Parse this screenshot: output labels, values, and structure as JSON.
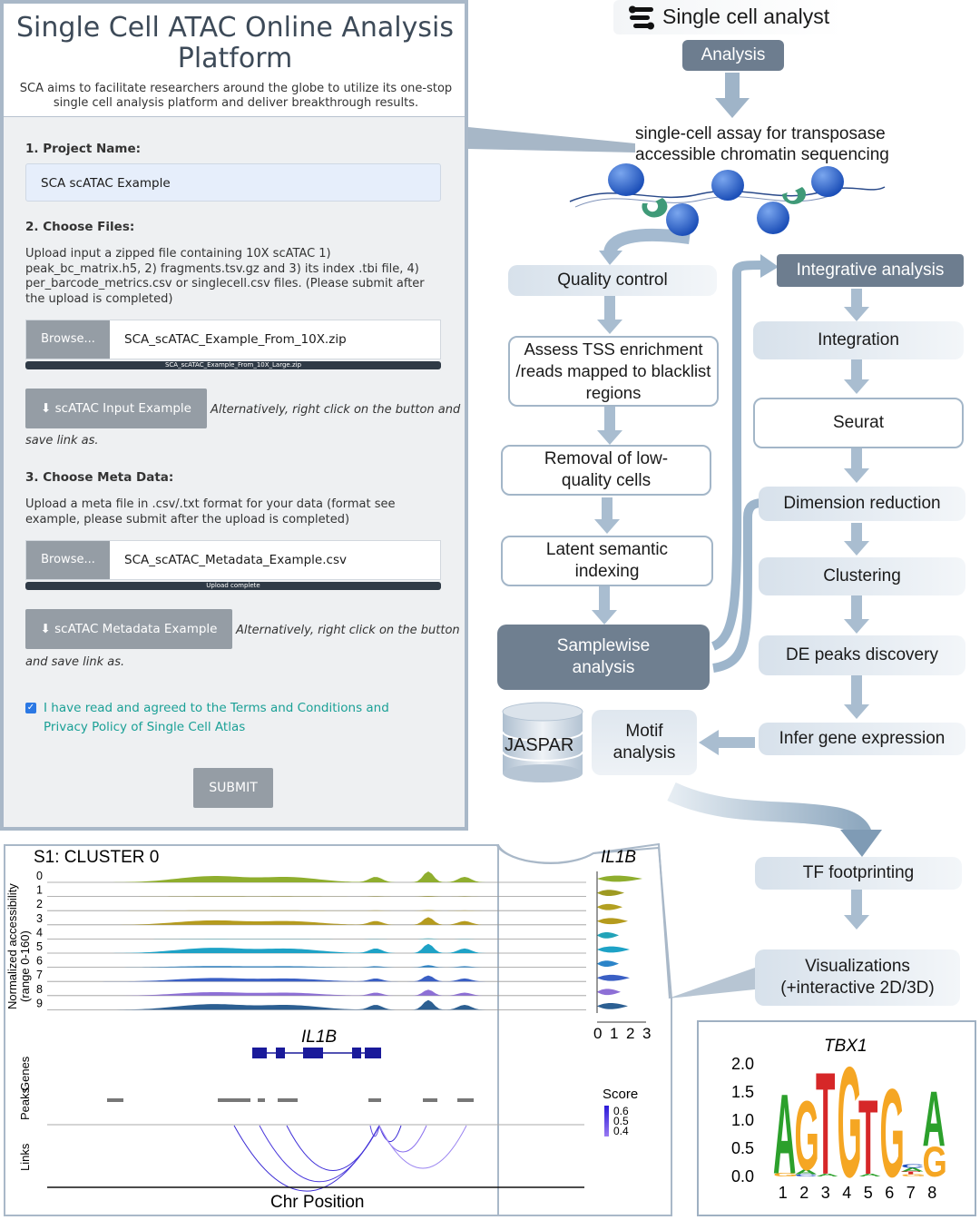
{
  "form": {
    "title": "Single Cell ATAC Online Analysis Platform",
    "subtitle": "SCA aims to facilitate researchers around the globe to utilize its one-stop single cell analysis platform and deliver breakthrough results.",
    "project_label": "1. Project Name:",
    "project_value": "SCA scATAC Example",
    "files_label": "2. Choose Files:",
    "files_help": "Upload input a zipped file containing 10X scATAC 1) peak_bc_matrix.h5, 2) fragments.tsv.gz and 3) its index .tbi file, 4) per_barcode_metrics.csv or singlecell.csv files. (Please submit after the upload is completed)",
    "browse_label": "Browse...",
    "file1_name": "SCA_scATAC_Example_From_10X.zip",
    "file1_progress": "SCA_scATAC_Example_From_10X_Large.zip",
    "input_example_label": "scATAC Input Example",
    "input_alt_line1": "Alternatively, right click on the button and",
    "input_alt_line2": "save link as.",
    "meta_label": "3. Choose Meta Data:",
    "meta_help": "Upload a meta file in .csv/.txt format for your data (format see example, please submit after the upload is completed)",
    "file2_name": "SCA_scATAC_Metadata_Example.csv",
    "file2_progress": "Upload complete",
    "meta_example_label": "scATAC Metadata Example",
    "meta_alt_line1": "Alternatively, right click on the button",
    "meta_alt_line2": "and save link as.",
    "agree_text": "I have read and agreed to the Terms and Conditions and Privacy Policy of Single Cell Atlas",
    "submit_label": "SUBMIT"
  },
  "flow": {
    "app_name": "Single cell analyst",
    "analysis": "Analysis",
    "assay_line1": "single-cell assay for transposase",
    "assay_line2": "accessible chromatin sequencing",
    "quality_control": "Quality control",
    "tss": "Assess TSS enrichment /reads mapped to blacklist regions",
    "removal": "Removal of low-quality cells",
    "lsi": "Latent semantic indexing",
    "samplewise": "Samplewise analysis",
    "integrative": "Integrative analysis",
    "integration": "Integration",
    "seurat": "Seurat",
    "dimension": "Dimension reduction",
    "clustering": "Clustering",
    "de_peaks": "DE peaks discovery",
    "infer": "Infer gene expression",
    "jaspar": "JASPAR",
    "motif": "Motif analysis",
    "tf": "TF footprinting",
    "vis_line1": "Visualizations",
    "vis_line2": "(+interactive 2D/3D)"
  },
  "tracks": {
    "title": "S1: CLUSTER 0",
    "ylabel_line1": "Normalized accessibility",
    "ylabel_line2": "(range 0-160)",
    "clusters": [
      "0",
      "1",
      "2",
      "3",
      "4",
      "5",
      "6",
      "7",
      "8",
      "9"
    ],
    "colors": [
      "#8fae2e",
      "#9e9a22",
      "#b3a021",
      "#b59b1d",
      "#22a3b8",
      "#1ea2c6",
      "#2b84c8",
      "#3a5fc4",
      "#8d6fd6",
      "#2c5f92"
    ],
    "gene": "IL1B",
    "violin_gene": "IL1B",
    "violin_ticks": [
      "0",
      "1",
      "2",
      "3"
    ],
    "genes_label": "Genes",
    "peaks_label": "Peaks",
    "links_label": "Links",
    "score_label": "Score",
    "score_ticks": [
      "0.6",
      "0.5",
      "0.4"
    ],
    "xlabel": "Chr Position"
  },
  "chart_data": {
    "type": "bar",
    "title": "TBX1",
    "categories": [
      "1",
      "2",
      "3",
      "4",
      "5",
      "6",
      "7",
      "8"
    ],
    "series": [
      {
        "name": "A",
        "values": [
          1.45,
          0.08,
          0.05,
          0.0,
          0.05,
          0.0,
          0.06,
          1.0
        ]
      },
      {
        "name": "G",
        "values": [
          0.06,
          1.25,
          0.0,
          2.0,
          0.0,
          1.6,
          0.04,
          0.55
        ]
      },
      {
        "name": "T",
        "values": [
          0.0,
          0.0,
          1.85,
          0.0,
          1.35,
          0.0,
          0.05,
          0.0
        ]
      },
      {
        "name": "C",
        "values": [
          0.0,
          0.04,
          0.0,
          0.0,
          0.0,
          0.0,
          0.06,
          0.0
        ]
      }
    ],
    "y_ticks": [
      "2.0",
      "1.5",
      "1.0",
      "0.5",
      "0.0"
    ],
    "ylim": [
      0,
      2.0
    ],
    "letter_colors": {
      "A": "#2ca02c",
      "G": "#f5a623",
      "T": "#d62728",
      "C": "#1f4fbf"
    }
  }
}
